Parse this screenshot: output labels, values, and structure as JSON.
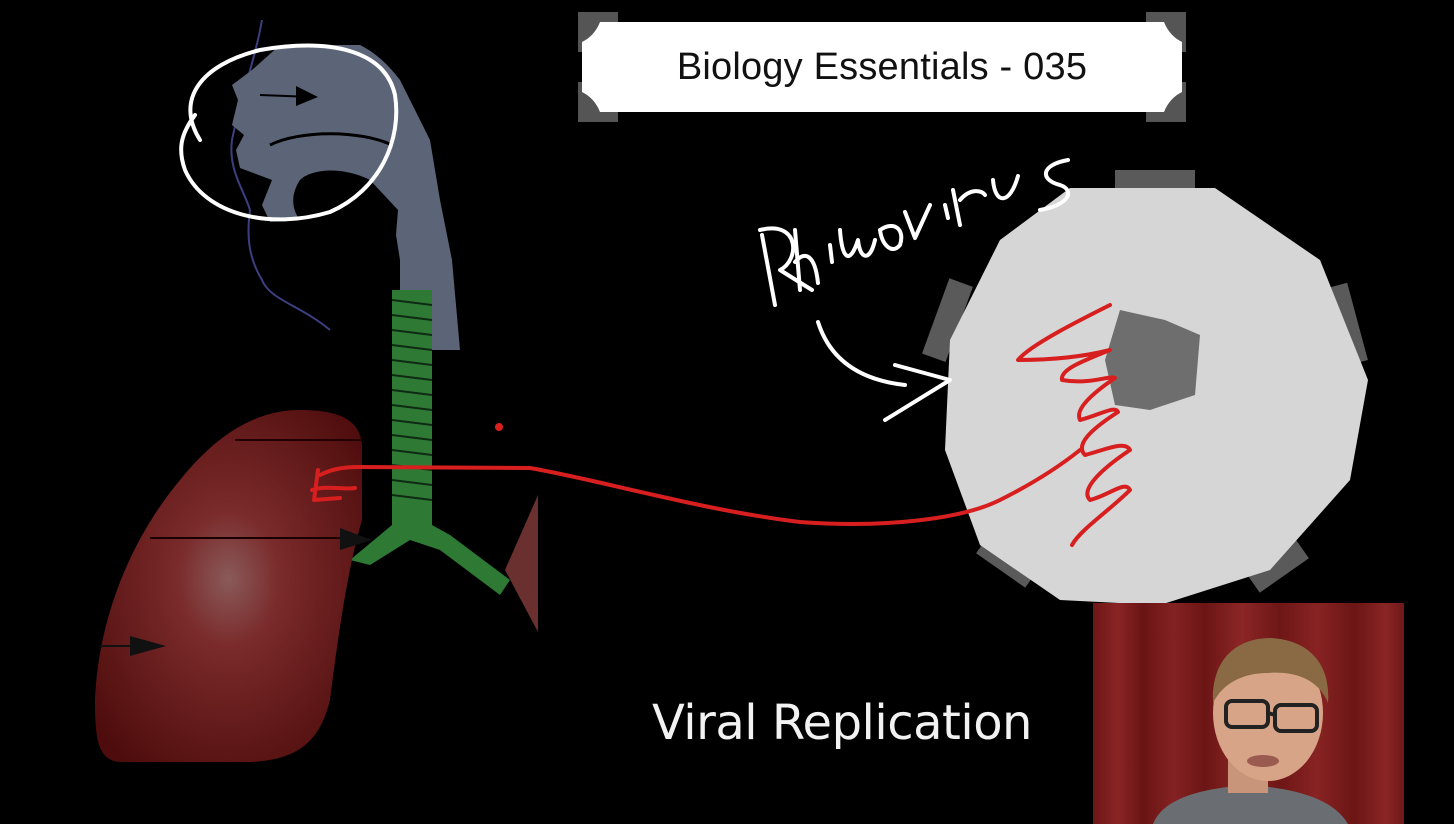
{
  "video": {
    "series_title": "Biology Essentials - 035",
    "slide_subtitle": "Viral Replication",
    "annotation_label": "Rhinovirus"
  },
  "diagram": {
    "respiratory_system": {
      "upper_tract_color": "#5c6478",
      "trachea_color": "#2e7a35",
      "lung_color": "#6e1414"
    },
    "virus": {
      "capsid_color": "#d8d8d8",
      "vertex_color": "#5a5a5a"
    },
    "annotation_colors": {
      "pen_white": "#ffffff",
      "pen_red": "#d81f1f"
    }
  },
  "presenter": {
    "backdrop_color": "#7a1c1c",
    "shirt_color": "#6a6d72"
  }
}
